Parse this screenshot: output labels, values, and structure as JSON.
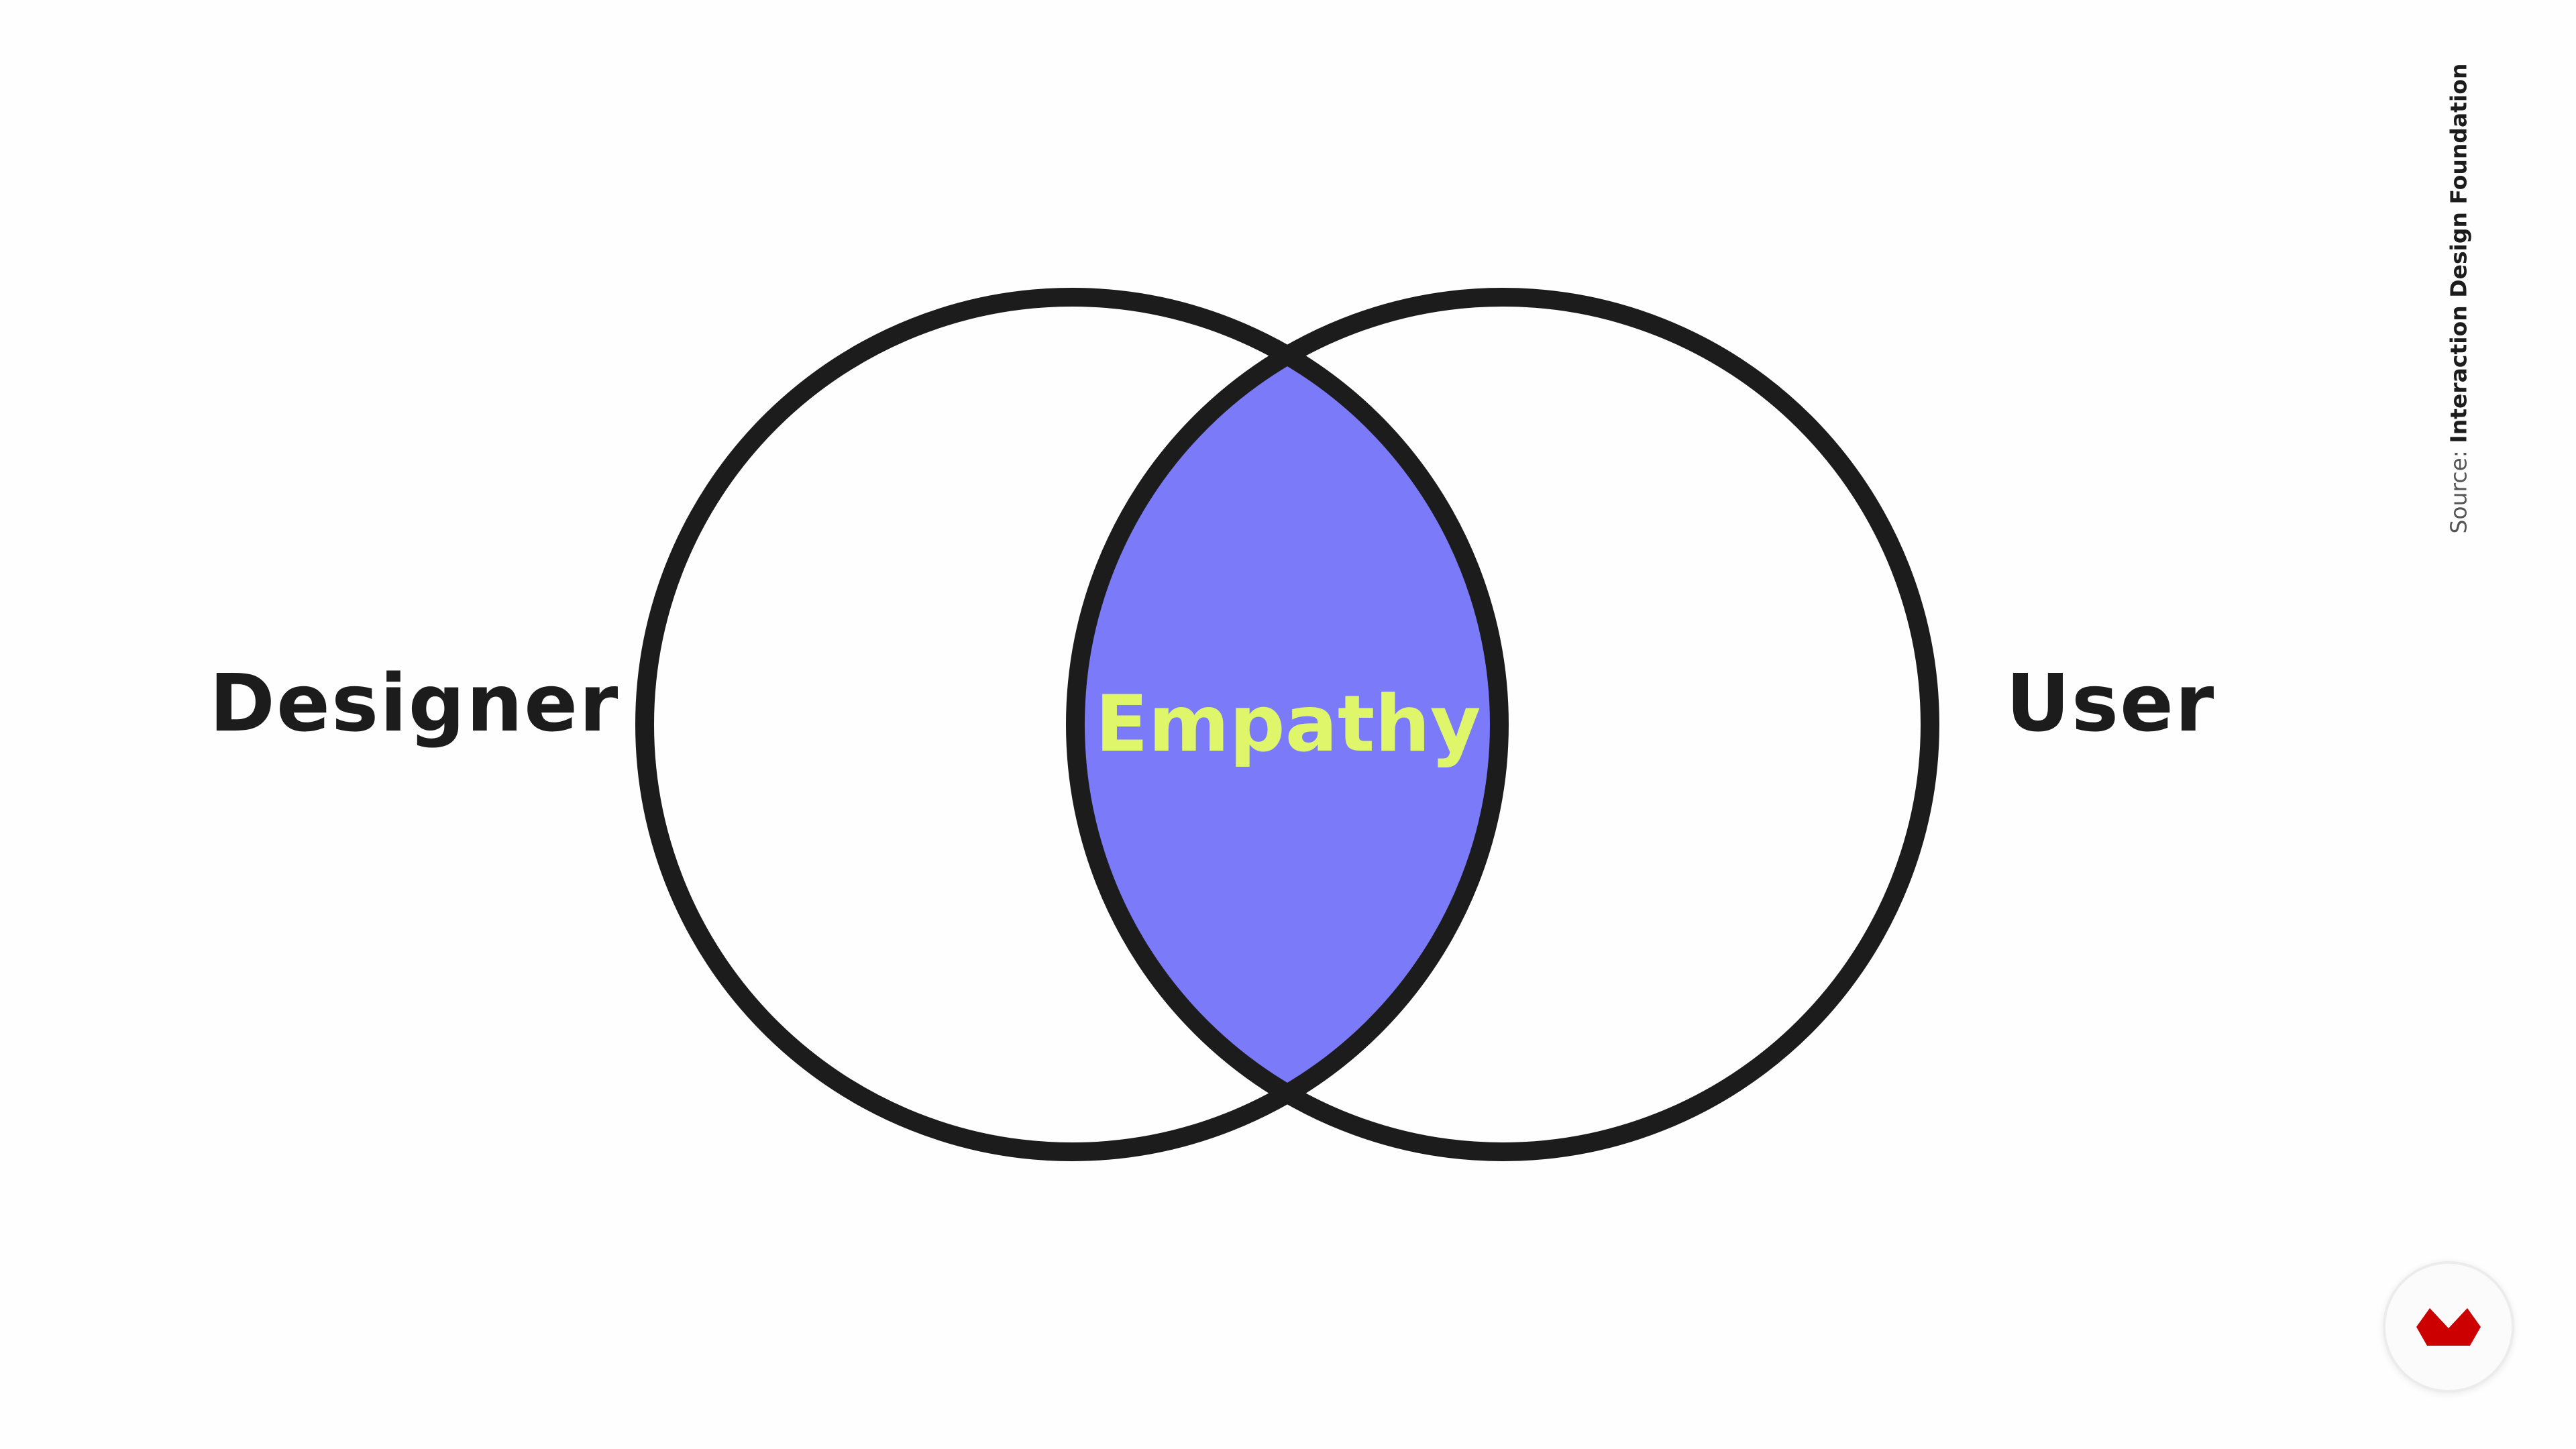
{
  "diagram": {
    "left_circle_label": "Designer",
    "right_circle_label": "User",
    "overlap_label": "Empathy"
  },
  "source": {
    "prefix": "Source:",
    "name": "Interaction Design Foundation"
  },
  "logo": {
    "icon": "brand-logo-icon"
  },
  "colors": {
    "background": "#fefefe",
    "outline": "#1c1c1c",
    "overlap_fill": "#7b7bfa",
    "overlap_text": "#dff56a",
    "logo_red": "#cc0000"
  }
}
